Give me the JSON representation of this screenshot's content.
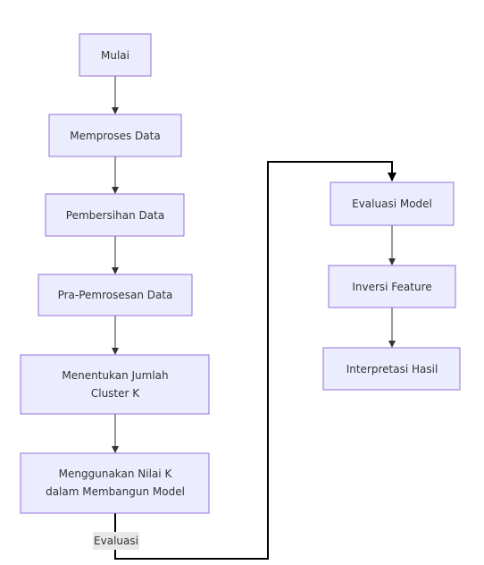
{
  "nodes": {
    "mulai": "Mulai",
    "memproses": "Memproses Data",
    "pembersihan": "Pembersihan Data",
    "pra": "Pra-Pemrosesan Data",
    "menentukan_1": "Menentukan Jumlah",
    "menentukan_2": "Cluster K",
    "menggunakan_1": "Menggunakan Nilai K",
    "menggunakan_2": "dalam Membangun Model",
    "evaluasi_model": "Evaluasi Model",
    "inversi": "Inversi Feature",
    "interpretasi": "Interpretasi Hasil"
  },
  "edge_labels": {
    "evaluasi": "Evaluasi"
  }
}
